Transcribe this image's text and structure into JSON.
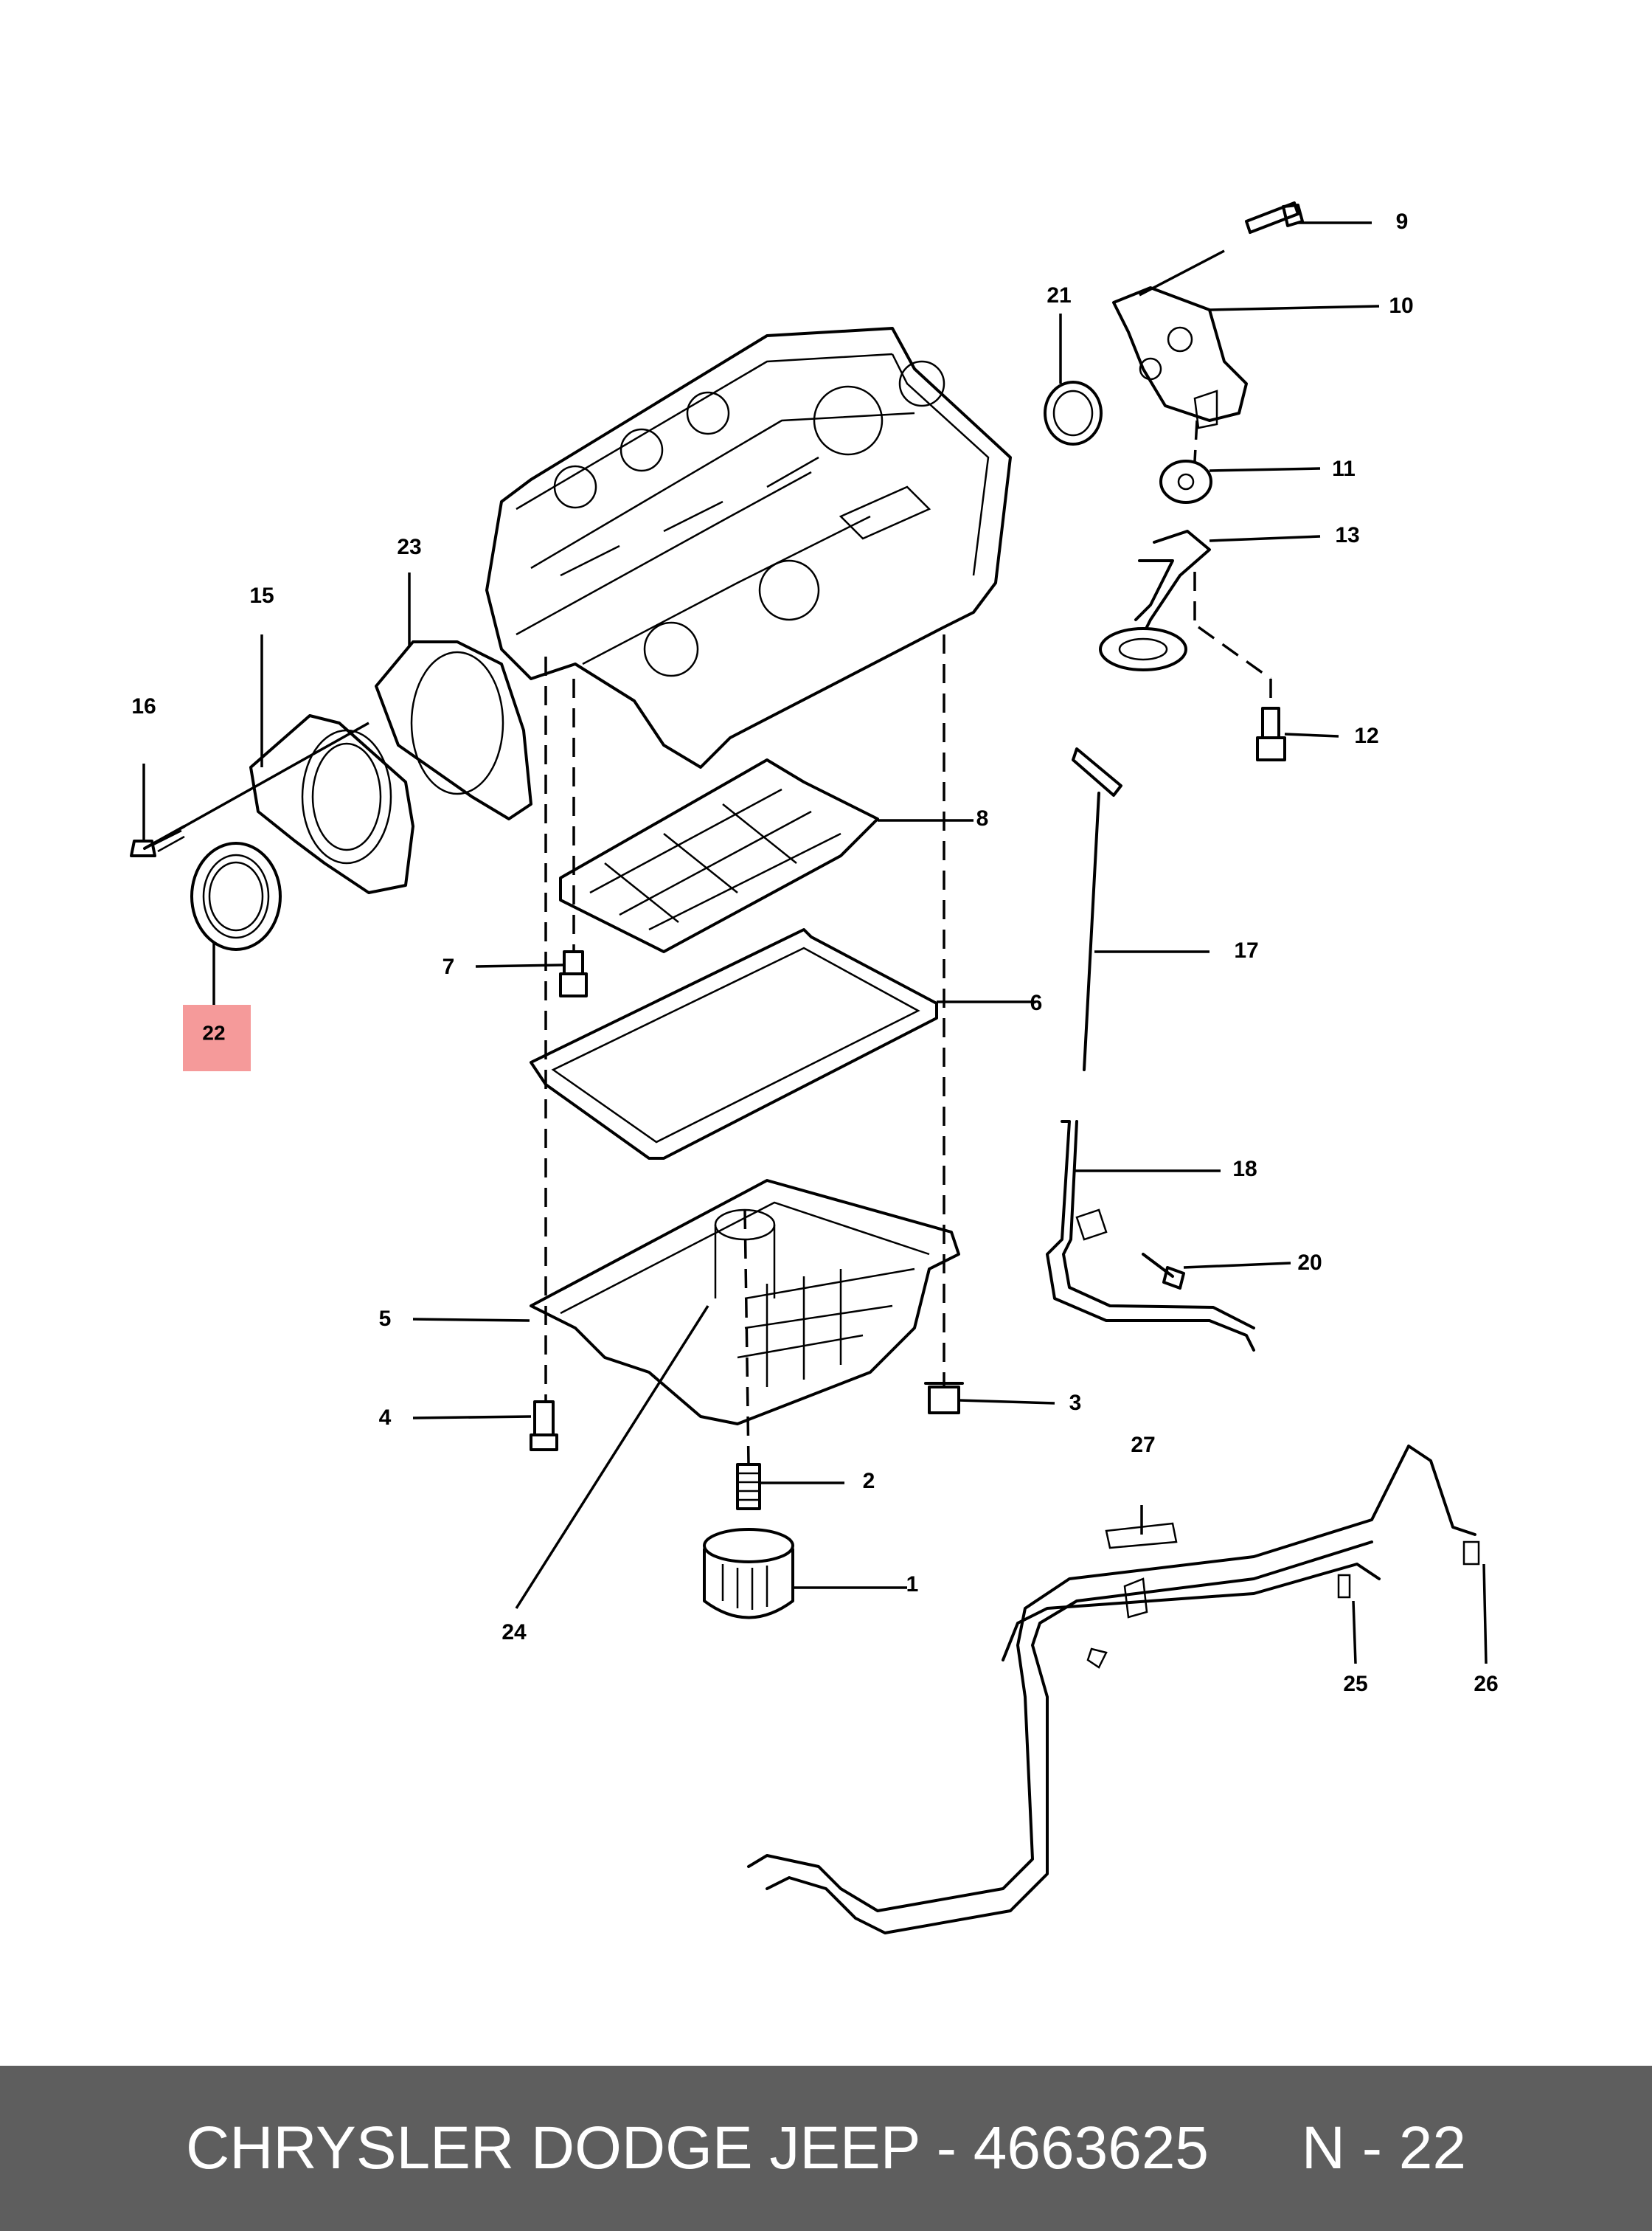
{
  "callouts": [
    "1",
    "2",
    "3",
    "4",
    "5",
    "6",
    "7",
    "8",
    "9",
    "10",
    "11",
    "12",
    "13",
    "15",
    "16",
    "17",
    "18",
    "20",
    "21",
    "22",
    "23",
    "24",
    "25",
    "26",
    "27"
  ],
  "highlighted_callout": "22",
  "highlight_color": "#f59a9a",
  "footer": {
    "title": "CHRYSLER DODGE JEEP - 4663625",
    "ref": "N - 22",
    "background": "#5e5e5e",
    "text_color": "#ffffff"
  }
}
